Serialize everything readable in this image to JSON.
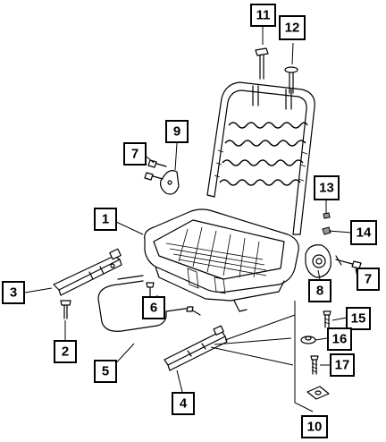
{
  "diagram": {
    "callouts": [
      {
        "id": "c1",
        "label": "1"
      },
      {
        "id": "c2",
        "label": "2"
      },
      {
        "id": "c3",
        "label": "3"
      },
      {
        "id": "c4",
        "label": "4"
      },
      {
        "id": "c5",
        "label": "5"
      },
      {
        "id": "c6",
        "label": "6"
      },
      {
        "id": "c7a",
        "label": "7"
      },
      {
        "id": "c7b",
        "label": "7"
      },
      {
        "id": "c8",
        "label": "8"
      },
      {
        "id": "c9",
        "label": "9"
      },
      {
        "id": "c10",
        "label": "10"
      },
      {
        "id": "c11",
        "label": "11"
      },
      {
        "id": "c12",
        "label": "12"
      },
      {
        "id": "c13",
        "label": "13"
      },
      {
        "id": "c14",
        "label": "14"
      },
      {
        "id": "c15",
        "label": "15"
      },
      {
        "id": "c16",
        "label": "16"
      },
      {
        "id": "c17",
        "label": "17"
      }
    ]
  }
}
